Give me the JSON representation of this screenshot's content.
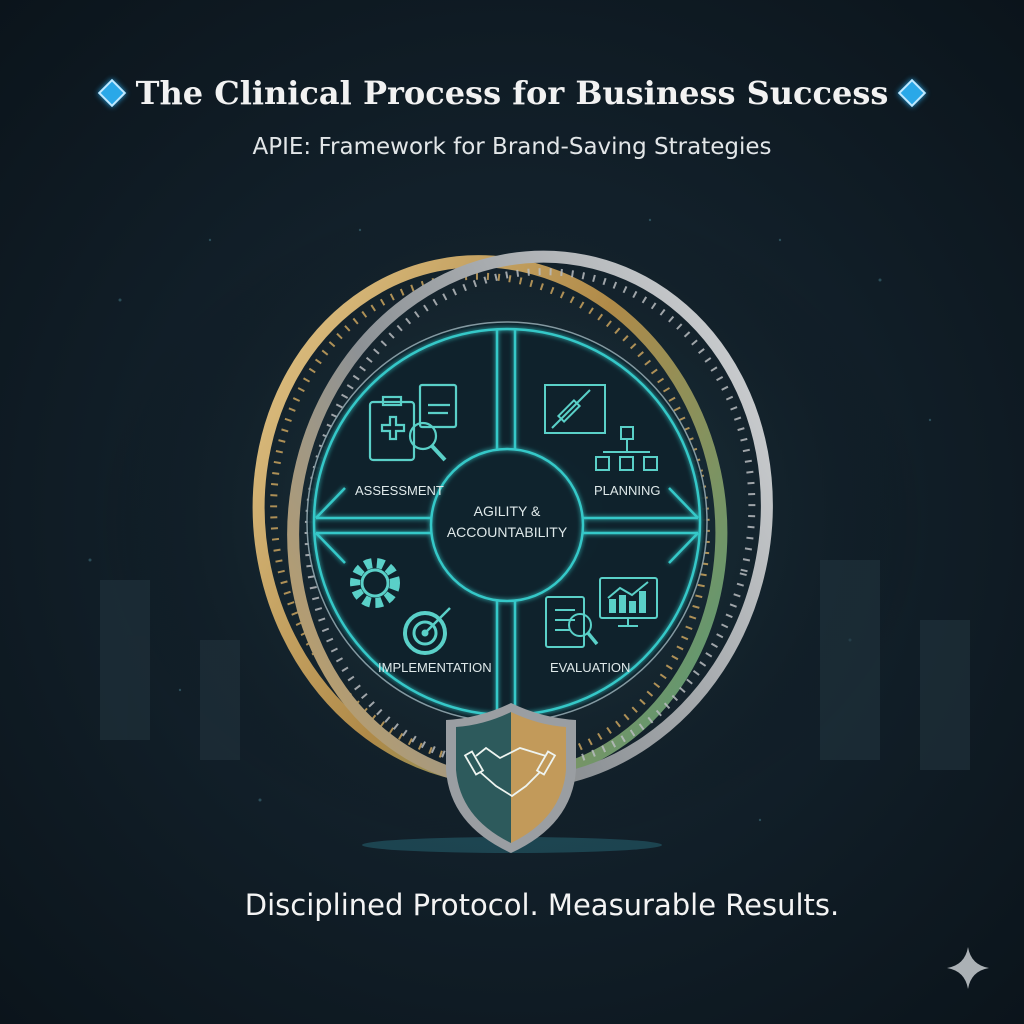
{
  "header": {
    "title": "The Clinical Process for Business Success",
    "subtitle": "APIE: Framework for Brand-Saving Strategies"
  },
  "diagram": {
    "center_label_line1": "AGILITY &",
    "center_label_line2": "ACCOUNTABILITY",
    "segments": [
      {
        "label": "ASSESSMENT",
        "icon": "clipboard-magnifier-icon"
      },
      {
        "label": "PLANNING",
        "icon": "syringe-flowchart-icon"
      },
      {
        "label": "IMPLEMENTATION",
        "icon": "gear-target-icon"
      },
      {
        "label": "EVALUATION",
        "icon": "checklist-chart-icon"
      }
    ],
    "emblem_icon": "handshake-shield-icon"
  },
  "footer": {
    "tagline": "Disciplined Protocol. Measurable Results."
  },
  "colors": {
    "accent": "#2ec4c4",
    "gold": "#c9a35e",
    "silver": "#a8acb0",
    "green": "#4a9c7c",
    "diamond": "#2aa8e8"
  }
}
